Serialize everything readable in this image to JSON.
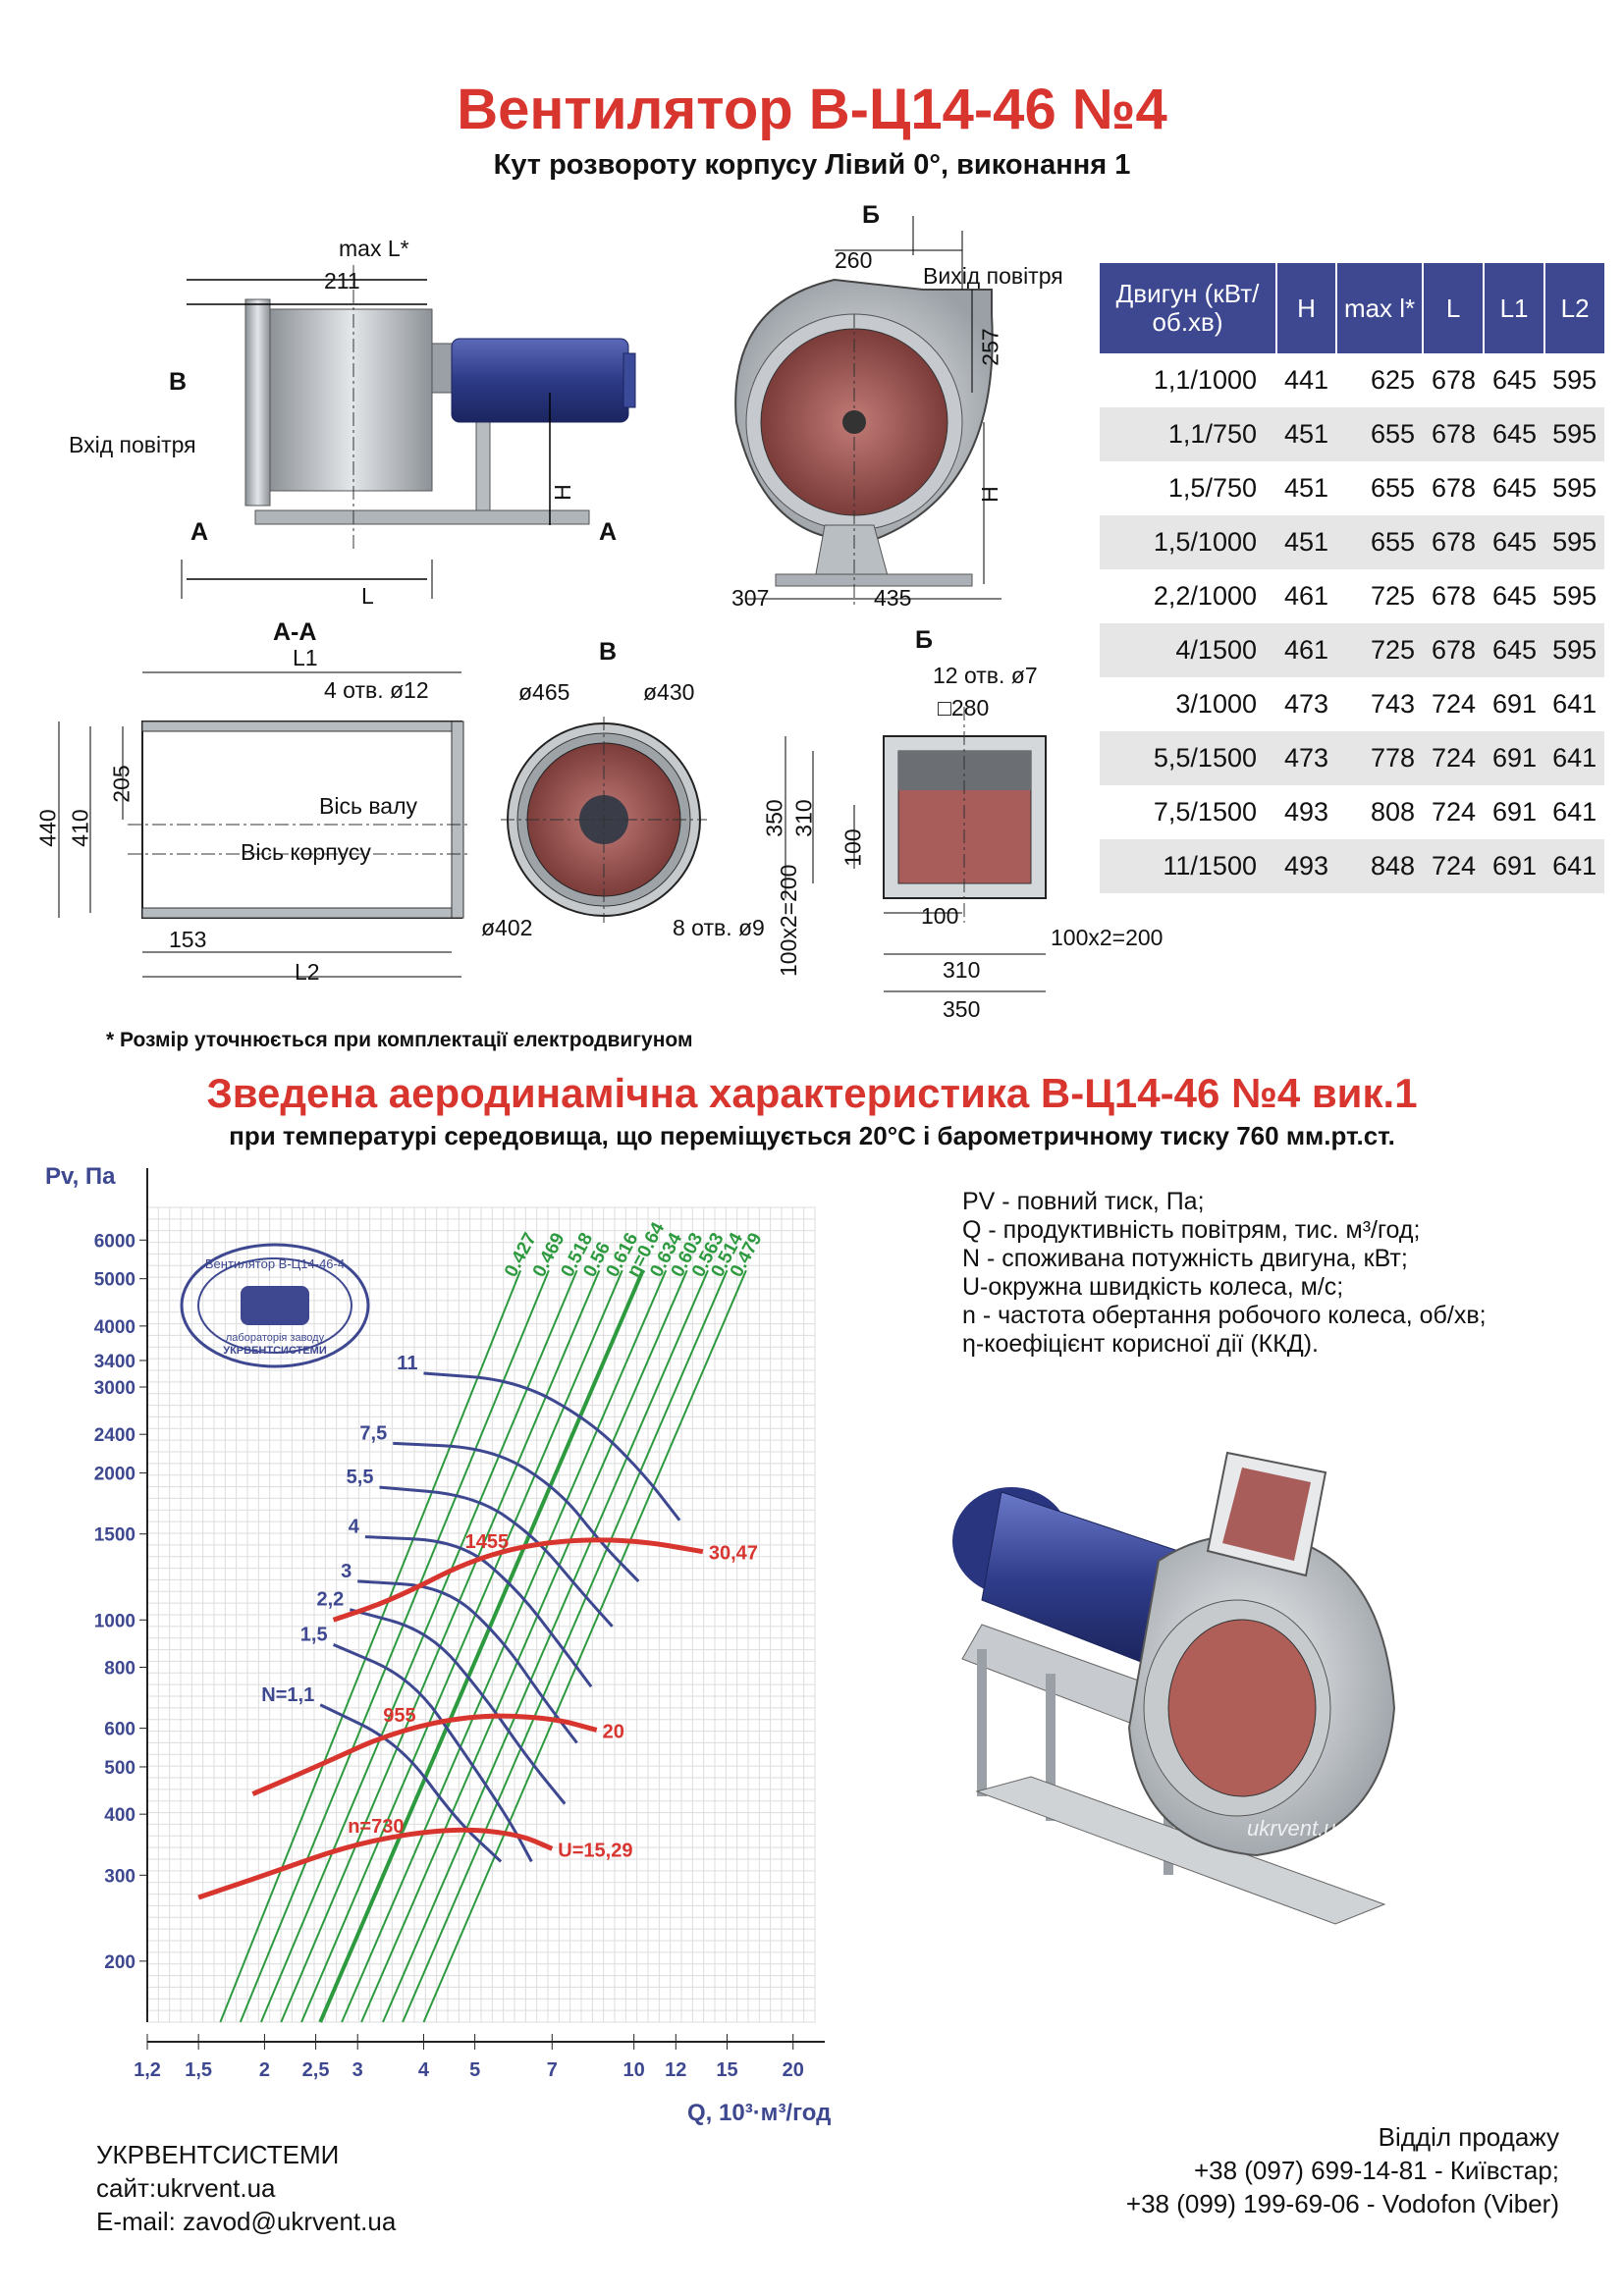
{
  "header": {
    "title": "Вентилятор В-Ц14-46 №4",
    "subtitle": "Кут розвороту корпусу Лівий 0°, виконання 1"
  },
  "drawings": {
    "side": {
      "max_l": "max L*",
      "d211": "211",
      "b": "В",
      "inlet": "Вхід повітря",
      "a_left": "А",
      "a_right": "А",
      "h": "H",
      "l": "L"
    },
    "front": {
      "b_top": "Б",
      "d260": "260",
      "outlet": "Вихід повітря",
      "d257": "257",
      "h": "H",
      "d307": "307",
      "d435": "435"
    },
    "section_aa": {
      "title": "А-А",
      "l1": "L1",
      "holes": "4 отв. ø12",
      "d205": "205",
      "d440": "440",
      "d410": "410",
      "shaft_axis": "Вісь валу",
      "body_axis": "Вісь корпусу",
      "d153": "153",
      "l2": "L2"
    },
    "view_b": {
      "title": "В",
      "d465": "ø465",
      "d430": "ø430",
      "d402": "ø402",
      "holes": "8 отв. ø9"
    },
    "view_bb": {
      "title": "Б",
      "holes": "12 отв. ø7",
      "sq280": "□280",
      "d350v": "350",
      "d310v": "310",
      "d100v": "100",
      "d100h": "100",
      "d100x2": "100x2=200",
      "d310h": "310",
      "d350h": "350",
      "d100x2v": "100x2=200"
    },
    "watermark": "ukrvent.ua"
  },
  "spec_table": {
    "headers": [
      "Двигун (кВт/об.хв)",
      "H",
      "max l*",
      "L",
      "L1",
      "L2"
    ],
    "rows": [
      [
        "1,1/1000",
        "441",
        "625",
        "678",
        "645",
        "595"
      ],
      [
        "1,1/750",
        "451",
        "655",
        "678",
        "645",
        "595"
      ],
      [
        "1,5/750",
        "451",
        "655",
        "678",
        "645",
        "595"
      ],
      [
        "1,5/1000",
        "451",
        "655",
        "678",
        "645",
        "595"
      ],
      [
        "2,2/1000",
        "461",
        "725",
        "678",
        "645",
        "595"
      ],
      [
        "4/1500",
        "461",
        "725",
        "678",
        "645",
        "595"
      ],
      [
        "3/1000",
        "473",
        "743",
        "724",
        "691",
        "641"
      ],
      [
        "5,5/1500",
        "473",
        "778",
        "724",
        "691",
        "641"
      ],
      [
        "7,5/1500",
        "493",
        "808",
        "724",
        "691",
        "641"
      ],
      [
        "11/1500",
        "493",
        "848",
        "724",
        "691",
        "641"
      ]
    ]
  },
  "note": "* Розмір уточнюється при комплектації електродвигуном",
  "aero": {
    "title": "Зведена аеродинамічна характеристика В-Ц14-46 №4 вик.1",
    "subtitle": "при температурі середовища, що переміщується 20°С і барометричному тиску 760 мм.рт.ст.",
    "legend": [
      "PV - повний тиск, Па;",
      "Q - продуктивність повітрям, тис. м³/год;",
      "N - споживана потужність двигуна, кВт;",
      "U-окружна швидкість колеса, м/с;",
      "n - частота обертання робочого колеса, об/хв;",
      "η-коефіцієнт корисної дії (ККД)."
    ],
    "stamp": {
      "top": "Вентилятор В-Ц14-46-4",
      "bottom1": "лабораторія заводу",
      "bottom2": "УКРВЕНТСИСТЕМИ"
    }
  },
  "chart_data": {
    "type": "line",
    "title": "",
    "xlabel": "Q, 10³·м³/год",
    "ylabel": "Pv, Па",
    "x_scale": "log",
    "y_scale": "log",
    "xlim": [
      1.2,
      22
    ],
    "ylim": [
      150,
      7000
    ],
    "x_ticks": [
      1.2,
      1.5,
      2,
      2.5,
      3,
      4,
      5,
      7,
      10,
      12,
      15,
      20
    ],
    "x_tick_labels": [
      "1,2",
      "1,5",
      "2",
      "2,5",
      "3",
      "4",
      "5",
      "7",
      "10",
      "12",
      "15",
      "20"
    ],
    "y_ticks": [
      200,
      300,
      400,
      500,
      600,
      800,
      1000,
      1500,
      2000,
      2400,
      3000,
      3400,
      4000,
      5000,
      6000
    ],
    "grid": true,
    "speed_curves": [
      {
        "name": "n=730",
        "end_label": "U=15,29",
        "color": "#d8352f",
        "points": [
          [
            1.5,
            270
          ],
          [
            2.0,
            300
          ],
          [
            3.0,
            350
          ],
          [
            4.5,
            375
          ],
          [
            6.0,
            365
          ],
          [
            7.0,
            340
          ]
        ]
      },
      {
        "name": "955",
        "end_label": "20",
        "color": "#d8352f",
        "points": [
          [
            1.9,
            440
          ],
          [
            2.5,
            500
          ],
          [
            3.5,
            590
          ],
          [
            5.0,
            640
          ],
          [
            7.0,
            630
          ],
          [
            8.5,
            595
          ]
        ]
      },
      {
        "name": "1455",
        "end_label": "30,47",
        "color": "#d8352f",
        "points": [
          [
            2.7,
            1000
          ],
          [
            3.5,
            1100
          ],
          [
            5.0,
            1340
          ],
          [
            7.0,
            1455
          ],
          [
            10.0,
            1460
          ],
          [
            13.5,
            1380
          ]
        ]
      }
    ],
    "power_lines": [
      {
        "name": "N=1,1",
        "points": [
          [
            2.55,
            670
          ],
          [
            3.6,
            560
          ],
          [
            4.6,
            390
          ],
          [
            5.6,
            320
          ]
        ]
      },
      {
        "name": "1,5",
        "points": [
          [
            2.7,
            890
          ],
          [
            3.8,
            760
          ],
          [
            4.8,
            530
          ],
          [
            5.8,
            390
          ],
          [
            6.4,
            320
          ]
        ]
      },
      {
        "name": "2,2",
        "points": [
          [
            2.9,
            1050
          ],
          [
            4.1,
            950
          ],
          [
            5.2,
            700
          ],
          [
            6.3,
            520
          ],
          [
            7.4,
            420
          ]
        ]
      },
      {
        "name": "3",
        "points": [
          [
            3.0,
            1200
          ],
          [
            4.4,
            1170
          ],
          [
            5.6,
            920
          ],
          [
            6.8,
            680
          ],
          [
            7.8,
            560
          ]
        ]
      },
      {
        "name": "4",
        "points": [
          [
            3.1,
            1480
          ],
          [
            4.7,
            1450
          ],
          [
            6.0,
            1160
          ],
          [
            7.3,
            880
          ],
          [
            8.3,
            730
          ]
        ]
      },
      {
        "name": "5,5",
        "points": [
          [
            3.3,
            1870
          ],
          [
            5.0,
            1800
          ],
          [
            6.5,
            1480
          ],
          [
            7.9,
            1150
          ],
          [
            9.1,
            970
          ]
        ]
      },
      {
        "name": "7,5",
        "points": [
          [
            3.5,
            2300
          ],
          [
            5.4,
            2250
          ],
          [
            7.2,
            1850
          ],
          [
            8.7,
            1430
          ],
          [
            10.2,
            1200
          ]
        ]
      },
      {
        "name": "11",
        "points": [
          [
            4.0,
            3200
          ],
          [
            6.0,
            3100
          ],
          [
            8.3,
            2550
          ],
          [
            10.4,
            2000
          ],
          [
            12.2,
            1600
          ]
        ]
      }
    ],
    "efficiency_lines": [
      {
        "name": "0.427",
        "points": [
          [
            1.65,
            150
          ],
          [
            6.1,
            5200
          ]
        ]
      },
      {
        "name": "0.469",
        "points": [
          [
            1.8,
            150
          ],
          [
            6.9,
            5200
          ]
        ]
      },
      {
        "name": "0.518",
        "points": [
          [
            1.97,
            150
          ],
          [
            7.8,
            5200
          ]
        ]
      },
      {
        "name": "0.56",
        "points": [
          [
            2.15,
            150
          ],
          [
            8.6,
            5200
          ]
        ]
      },
      {
        "name": "0.616",
        "points": [
          [
            2.35,
            150
          ],
          [
            9.5,
            5200
          ]
        ]
      },
      {
        "name": "η=0.64",
        "points": [
          [
            2.55,
            150
          ],
          [
            10.4,
            5200
          ]
        ]
      },
      {
        "name": "0.634",
        "points": [
          [
            2.8,
            150
          ],
          [
            11.5,
            5200
          ]
        ]
      },
      {
        "name": "0.603",
        "points": [
          [
            3.05,
            150
          ],
          [
            12.6,
            5200
          ]
        ]
      },
      {
        "name": "0.563",
        "points": [
          [
            3.35,
            150
          ],
          [
            13.8,
            5200
          ]
        ]
      },
      {
        "name": "0.514",
        "points": [
          [
            3.65,
            150
          ],
          [
            15.0,
            5200
          ]
        ]
      },
      {
        "name": "0.479",
        "points": [
          [
            4.0,
            150
          ],
          [
            16.3,
            5200
          ]
        ]
      }
    ]
  },
  "footer": {
    "company": "УКРВЕНТСИСТЕМИ",
    "site": "сайт:ukrvent.ua",
    "email": "E-mail: zavod@ukrvent.ua",
    "sales": "Відділ продажу",
    "phone1": "+38 (097) 699-14-81 - Київстар;",
    "phone2": "+38 (099) 199-69-06 - Vodofon (Viber)"
  },
  "colors": {
    "red": "#d8352f",
    "navy": "#3d4890",
    "green": "#2e9a3f",
    "steel": "#b8bcc2",
    "duct": "#a85d5a"
  }
}
